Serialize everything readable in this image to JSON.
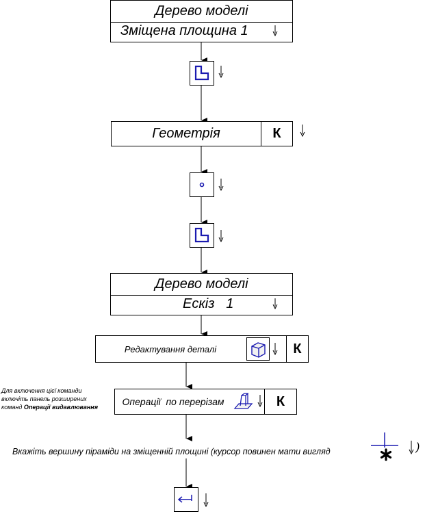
{
  "flow": {
    "block1": {
      "title": "Дерево моделі",
      "subtitle": "Зміщена площина 1"
    },
    "block2": {
      "title": "Геометрія",
      "key": "К"
    },
    "block3": {
      "title": "Дерево моделі",
      "subtitle": "Ескіз   1"
    },
    "block4": {
      "title": "Редактування деталі",
      "key": "К"
    },
    "block5": {
      "title": "Операції  по перерізам",
      "key": "К"
    },
    "note": {
      "line1": "Для включення цієї команди",
      "line2": "включіть панель розширених",
      "line3_prefix": "команд ",
      "line3_bold": "Операції  видавлювання"
    },
    "instruction": {
      "text": "Вкажіть вершину піраміди на зміщенній площині (курсор повинен мати вигляд",
      "closing": ")"
    }
  },
  "icons": {
    "sketch": "sketch-icon",
    "point": "point-icon",
    "edit_part": "edit-part-icon",
    "loft": "loft-operation-icon",
    "cursor": "cursor-icon",
    "finish": "finish-icon",
    "click": "mouse-click-arrow-icon"
  },
  "colors": {
    "icon_blue": "#1a1ab0"
  }
}
